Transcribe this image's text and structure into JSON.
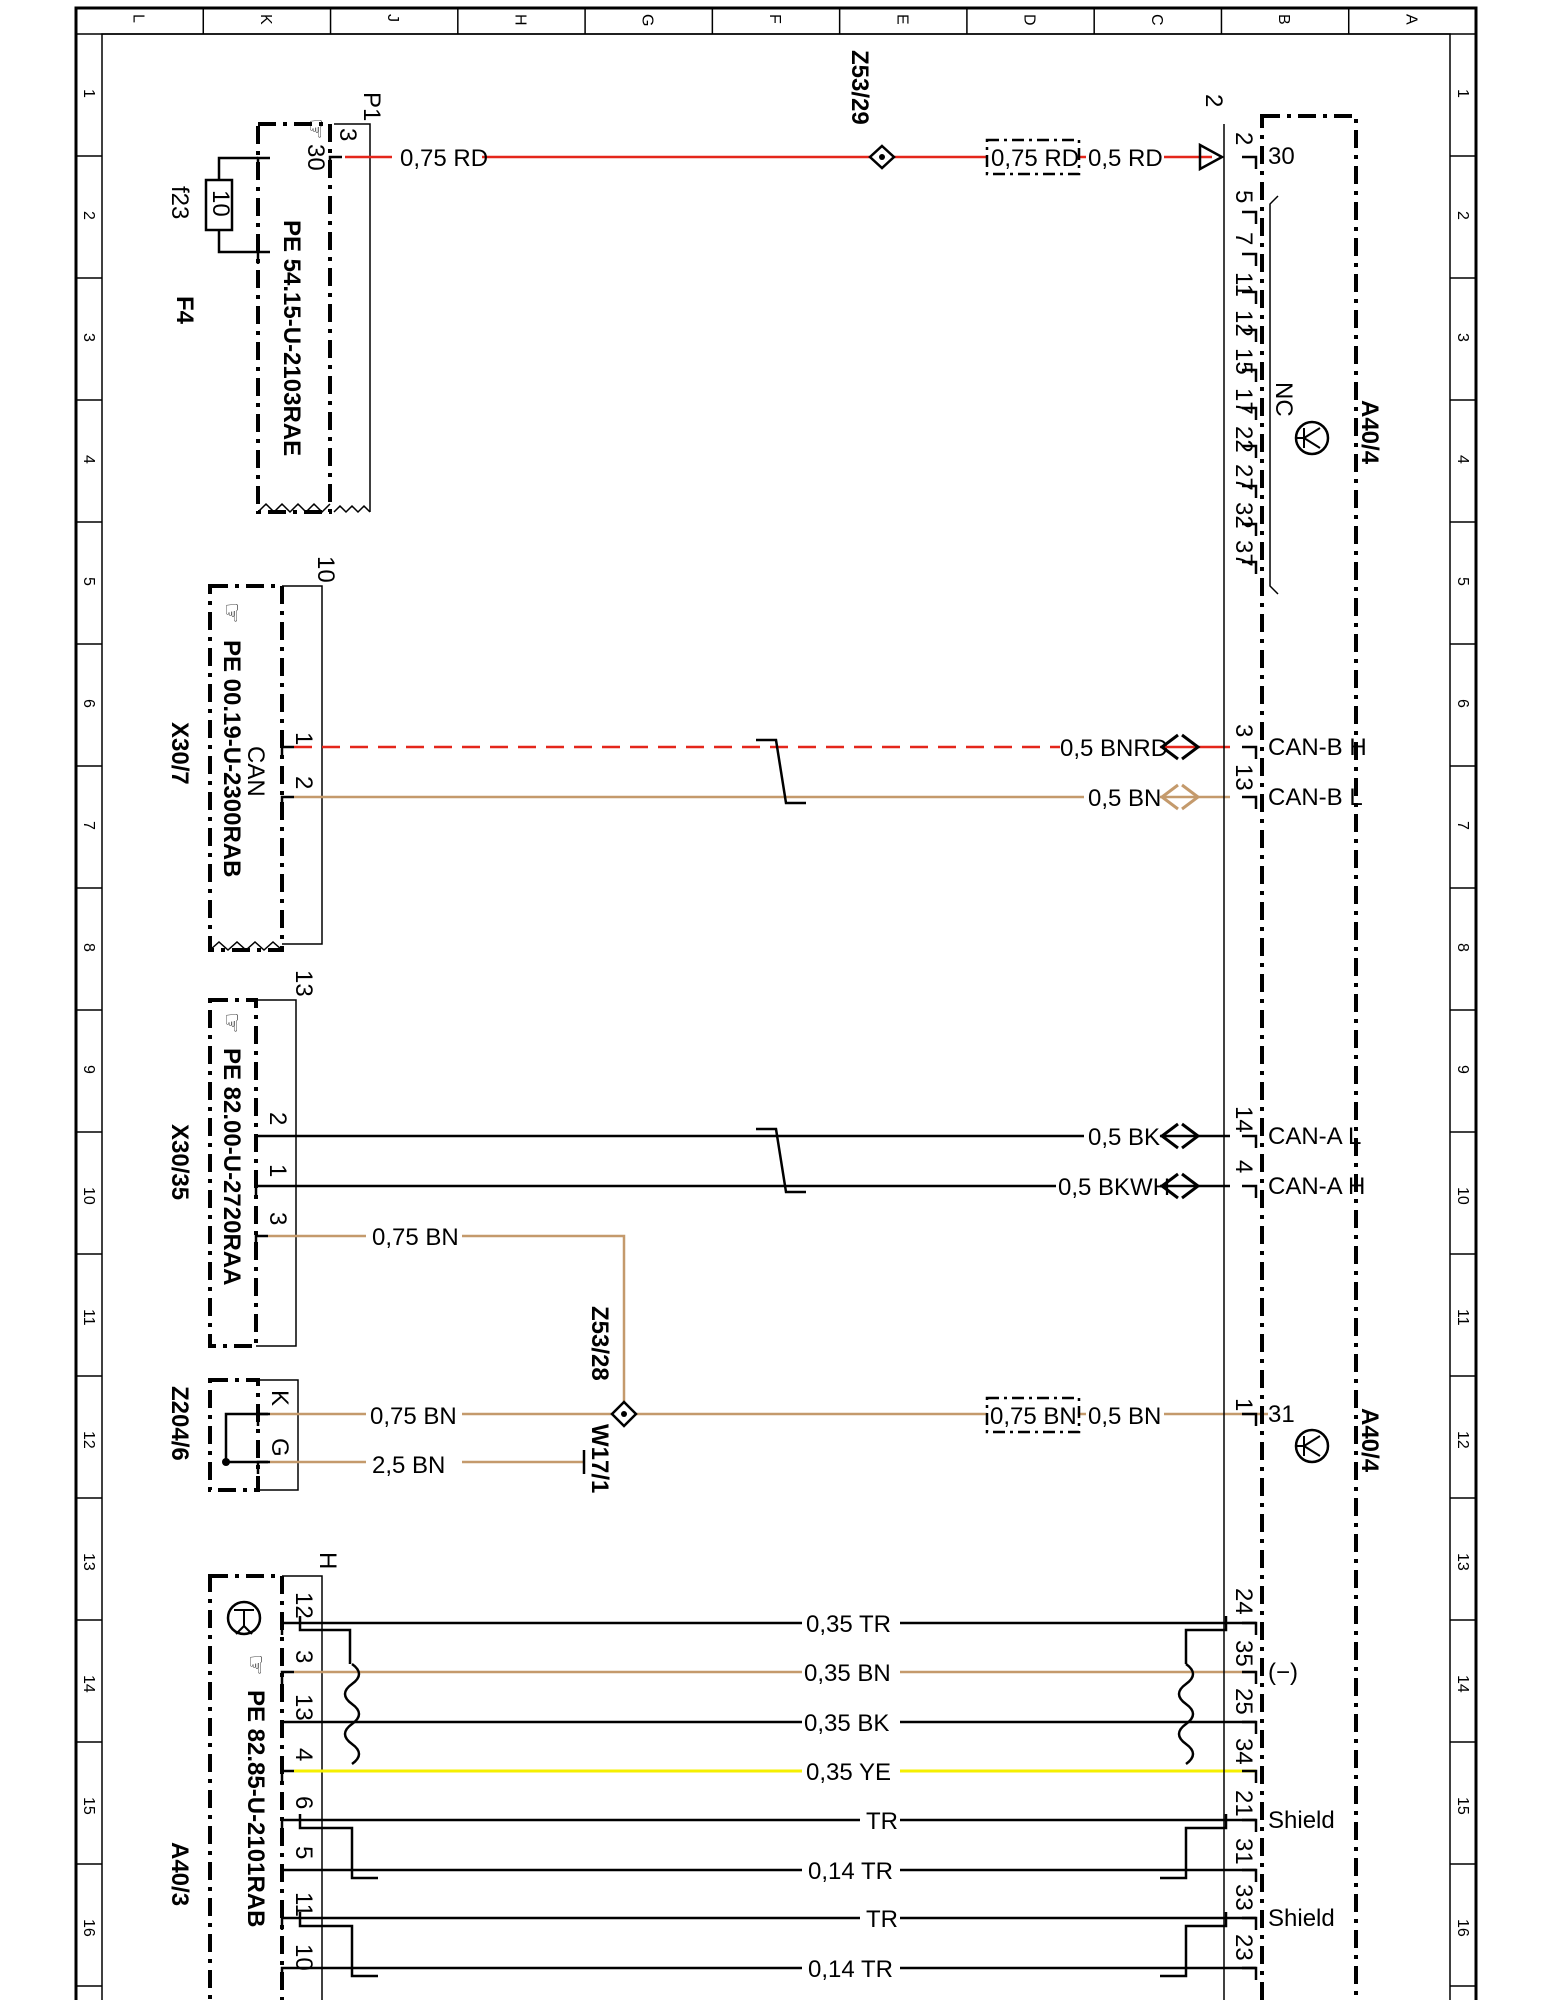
{
  "grid": {
    "columns": [
      "L",
      "K",
      "J",
      "H",
      "G",
      "F",
      "E",
      "D",
      "C",
      "B",
      "A"
    ],
    "rows": [
      "1",
      "2",
      "3",
      "4",
      "5",
      "6",
      "7",
      "8",
      "9",
      "10",
      "11",
      "12",
      "13",
      "14",
      "15",
      "16"
    ]
  },
  "components": {
    "f23": "f23",
    "f23_value": "10",
    "f4": "F4",
    "p1": "P1",
    "pe_1": "PE 54.15-U-2103RAE",
    "x30_7": "X30/7",
    "x30_7_num": "10",
    "pe_2": "PE 00.19-U-2300RAB",
    "can_label": "CAN",
    "x30_35": "X30/35",
    "x30_35_num": "13",
    "pe_3": "PE 82.00-U-2720RAA",
    "z204_6": "Z204/6",
    "pe_4": "PE 82.85-U-2101RAB",
    "a40_3": "A40/3",
    "h_label": "H",
    "z53_29": "Z53/29",
    "z53_28": "Z53/28",
    "w17_1": "W17/1",
    "a40_4_top": "A40/4",
    "a40_4_bottom": "A40/4",
    "connector_2": "2",
    "nc": "NC"
  },
  "wires": {
    "w1_left": "0,75 RD",
    "w1_box": "0,75 RD",
    "w1_right": "0,5 RD",
    "w2": "0,5 BNRD",
    "w3": "0,5 BN",
    "w4": "0,5 BK",
    "w5": "0,5 BKWH",
    "w6": "0,75 BN",
    "w7_left": "0,75 BN",
    "w7_box": "0,75 BN",
    "w7_right": "0,5 BN",
    "w8": "2,5 BN",
    "h1": "0,35 TR",
    "h2": "0,35 BN",
    "h3": "0,35 BK",
    "h4": "0,35 YE",
    "h5": "TR",
    "h6": "0,14 TR",
    "h7": "TR",
    "h8": "0,14 TR"
  },
  "pins": {
    "p1_3": "3",
    "p1_30": "30",
    "x7_1": "1",
    "x7_2": "2",
    "x35_2": "2",
    "x35_1": "1",
    "x35_3": "3",
    "z_k": "K",
    "z_g": "G",
    "a3_12": "12",
    "a3_3": "3",
    "a3_13": "13",
    "a3_4": "4",
    "a3_6": "6",
    "a3_5": "5",
    "a3_11": "11",
    "a3_10": "10",
    "r_2": "2",
    "r_5": "5",
    "r_7": "7",
    "r_11": "11",
    "r_12": "12",
    "r_15": "15",
    "r_17": "17",
    "r_22": "22",
    "r_27": "27",
    "r_32": "32",
    "r_37": "37",
    "r_3": "3",
    "r_13": "13",
    "r_14": "14",
    "r_4": "4",
    "r_1": "1",
    "r_24": "24",
    "r_35": "35",
    "r_25": "25",
    "r_34": "34",
    "r_21": "21",
    "r_31": "31",
    "r_33": "33",
    "r_23": "23"
  },
  "signals": {
    "s30": "30",
    "canbh": "CAN-B H",
    "canbl": "CAN-B L",
    "canal": "CAN-A L",
    "canah": "CAN-A H",
    "s31": "31",
    "minus": "(−)",
    "shield1": "Shield",
    "shield2": "Shield"
  },
  "colors": {
    "RD": "#e4261b",
    "BN": "#c49a6c",
    "BK": "#000000",
    "YE": "#f5ef00"
  }
}
